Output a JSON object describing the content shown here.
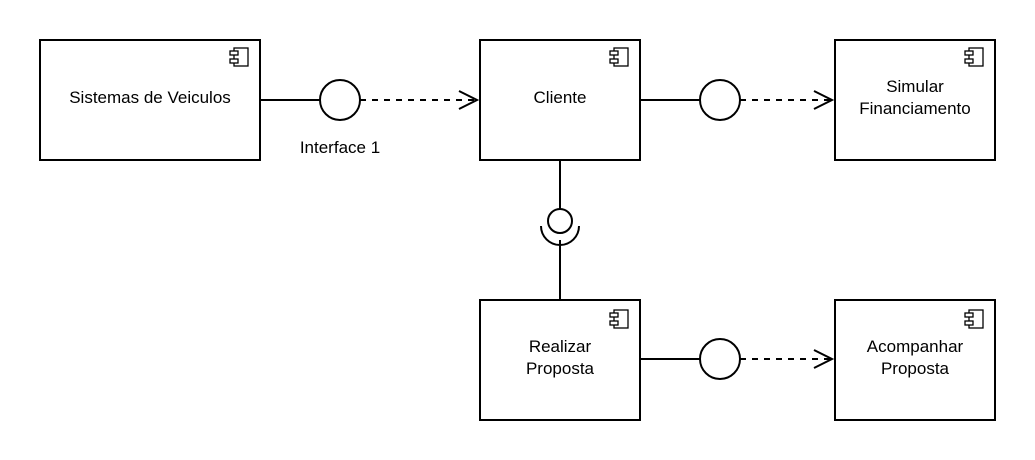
{
  "components": {
    "sistemas": {
      "label": "Sistemas de Veiculos"
    },
    "cliente": {
      "label": "Cliente"
    },
    "simular": {
      "line1": "Simular",
      "line2": "Financiamento"
    },
    "realizar": {
      "line1": "Realizar",
      "line2": "Proposta"
    },
    "acompanhar": {
      "line1": "Acompanhar",
      "line2": "Proposta"
    }
  },
  "interfaces": {
    "interface1": {
      "label": "Interface 1"
    }
  },
  "icons": {
    "component": "uml-component-icon",
    "provided": "lollipop-provided-interface",
    "required": "socket-required-interface",
    "dependency": "open-arrow-dependency"
  },
  "colors": {
    "stroke": "#000000",
    "fill": "#ffffff"
  }
}
